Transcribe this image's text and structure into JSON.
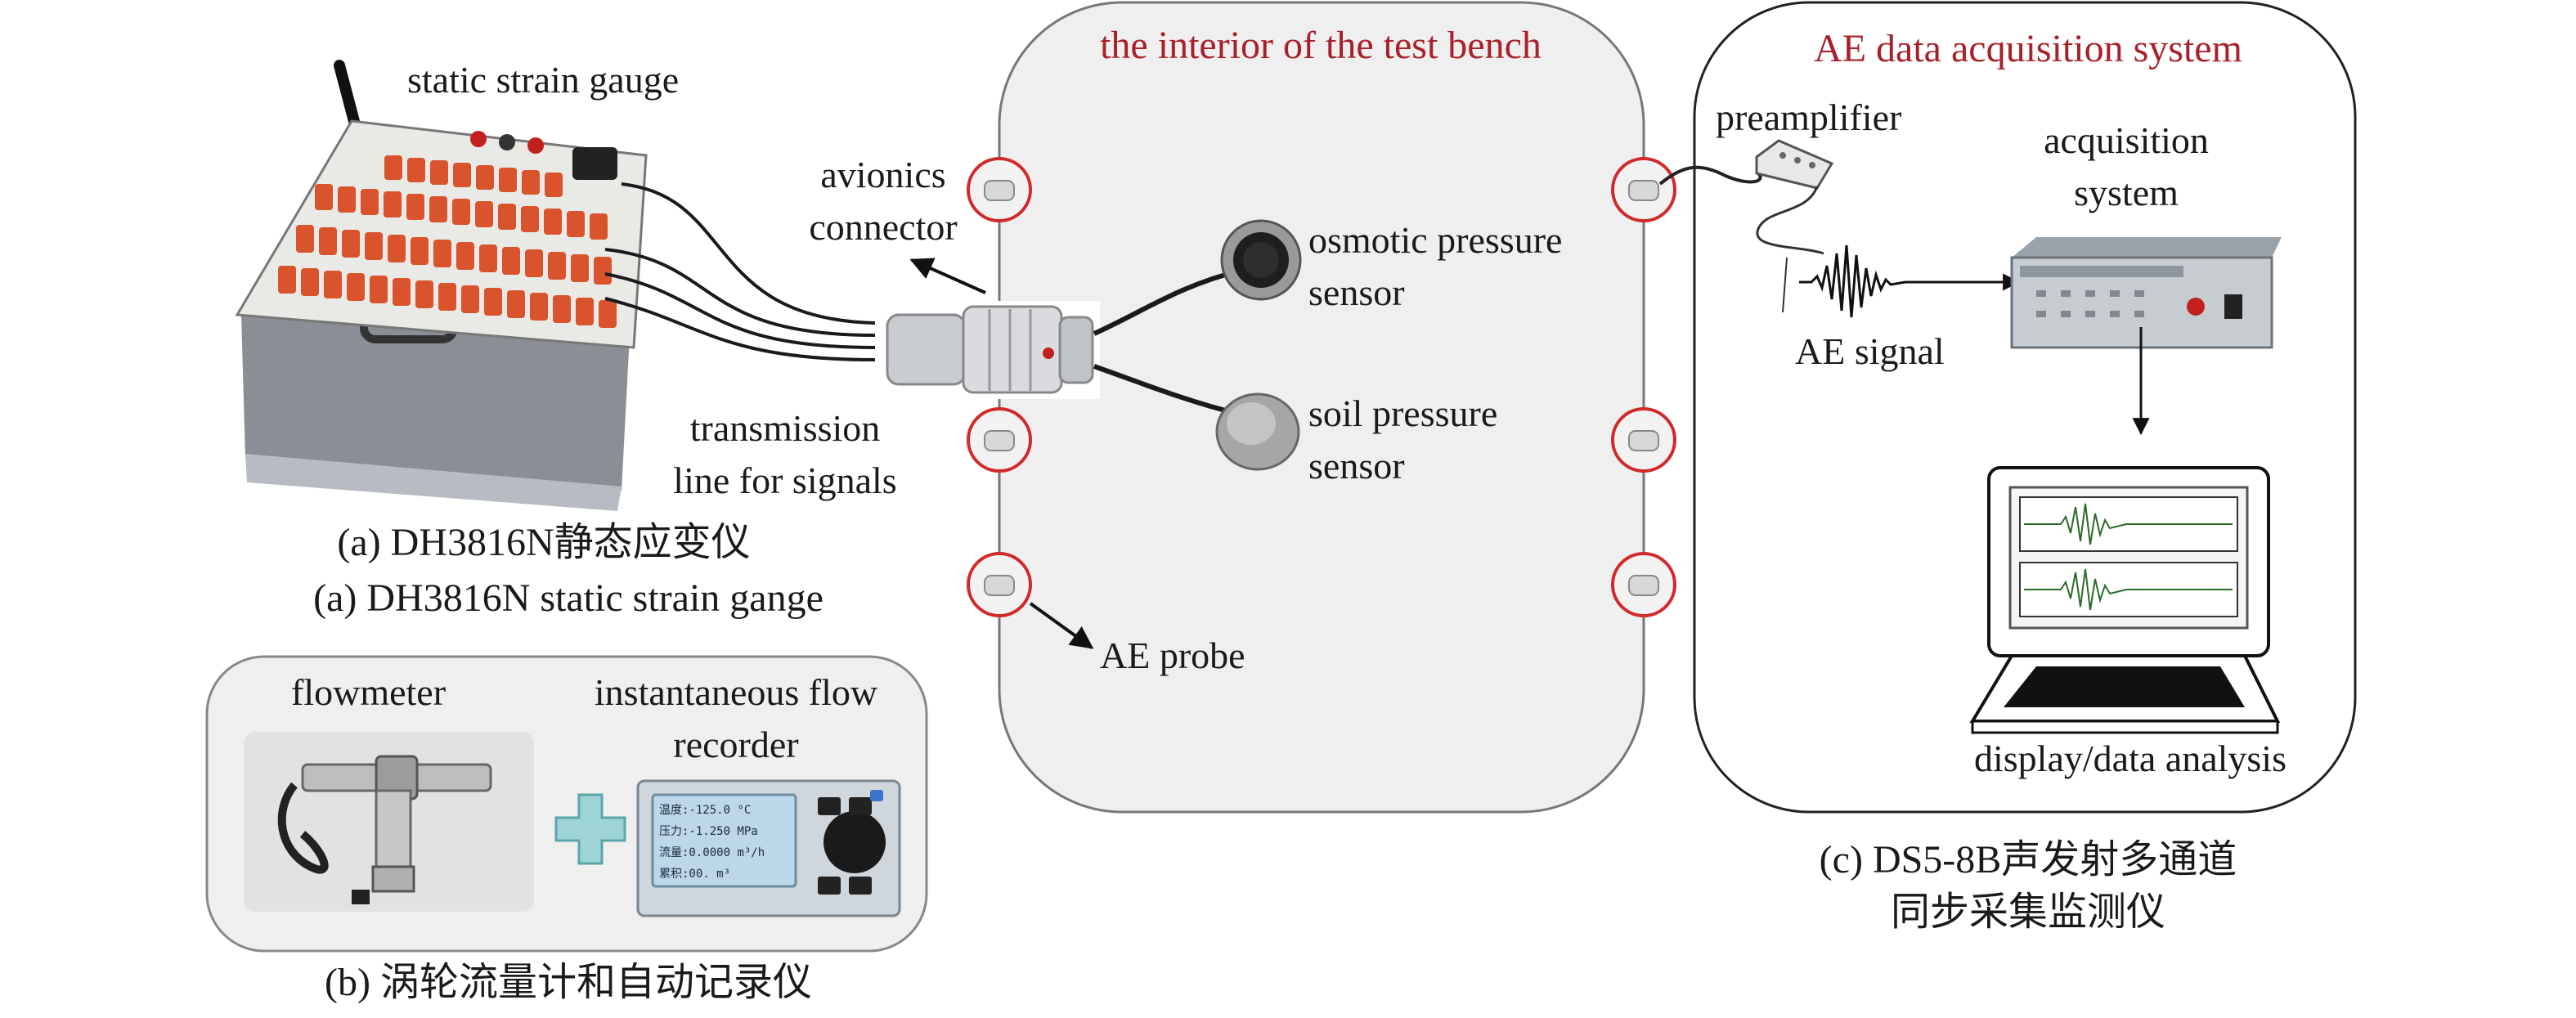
{
  "colors": {
    "panel_fill": "#efefef",
    "panel_stroke": "#777777",
    "accent_red": "#a8202a",
    "probe_ring": "#d02a2a",
    "strain_terminal_orange": "#d9542c",
    "flow_plus_cyan": "#9fd4d6",
    "screen_blue": "#bcd6ea"
  },
  "strain": {
    "title": "static strain gauge",
    "avionics": "avionics\nconnector",
    "transmission": "transmission\nline for signals",
    "caption_cn": "(a) DH3816N静态应变仪",
    "caption_en": "(a) DH3816N static strain gange"
  },
  "bench": {
    "title": "the interior of the test bench",
    "osmotic": "osmotic pressure\nsensor",
    "soil": "soil pressure\nsensor",
    "ae_probe": "AE probe"
  },
  "flow": {
    "flowmeter": "flowmeter",
    "recorder": "instantaneous flow\nrecorder",
    "caption": "(b) 涡轮流量计和自动记录仪",
    "lcd_lines": [
      "温度:-125.0 °C",
      "压力:-1.250 MPa",
      "流量:0.0000 m³/h",
      "累积:00. m³"
    ]
  },
  "ae": {
    "title": "AE data acquisition system",
    "preamp": "preamplifier",
    "acq": "acquisition\nsystem",
    "signal": "AE signal",
    "display": "display/data analysis",
    "caption": "(c) DS5-8B声发射多通道\n同步采集监测仪"
  }
}
